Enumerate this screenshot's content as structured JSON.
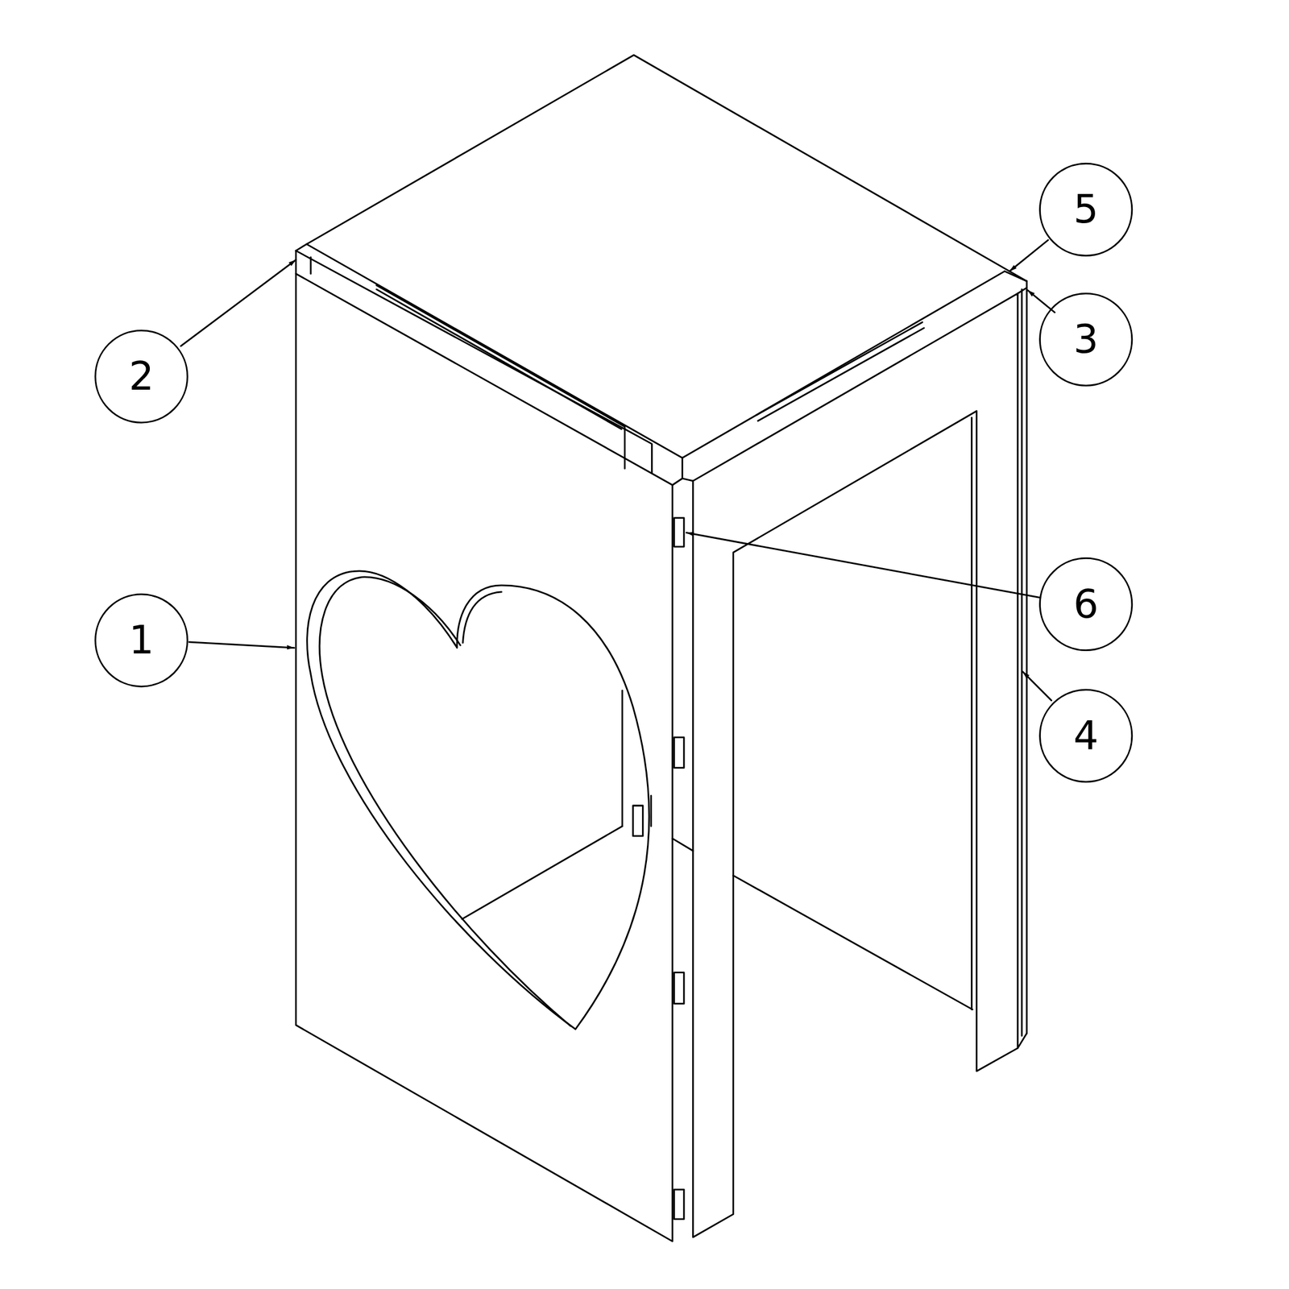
{
  "diagram": {
    "labels": [
      "5",
      "3",
      "2",
      "6",
      "1",
      "4"
    ]
  }
}
